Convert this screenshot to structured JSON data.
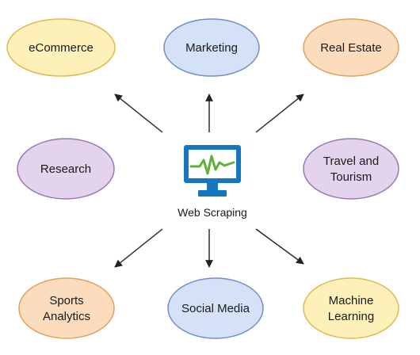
{
  "center": {
    "label": "Web Scraping",
    "icon": "monitor-waveform-icon"
  },
  "colors": {
    "yellow_fill": "#fdf0b9",
    "yellow_stroke": "#e0b94f",
    "blue_fill": "#d4e1f7",
    "blue_stroke": "#6f8fc6",
    "orange_fill": "#fbdcbd",
    "orange_stroke": "#e1a05c",
    "purple_fill": "#e3d3ec",
    "purple_stroke": "#9a76b3",
    "icon_blue": "#1577c0",
    "icon_green": "#5fb235",
    "arrow": "#222222"
  },
  "nodes": {
    "ecommerce": {
      "lines": [
        "eCommerce"
      ],
      "theme": "yellow"
    },
    "marketing": {
      "lines": [
        "Marketing"
      ],
      "theme": "blue"
    },
    "real_estate": {
      "lines": [
        "Real Estate"
      ],
      "theme": "orange"
    },
    "research": {
      "lines": [
        "Research"
      ],
      "theme": "purple"
    },
    "travel": {
      "lines": [
        "Travel and",
        "Tourism"
      ],
      "theme": "purple"
    },
    "sports": {
      "lines": [
        "Sports",
        "Analytics"
      ],
      "theme": "orange"
    },
    "social": {
      "lines": [
        "Social Media"
      ],
      "theme": "blue"
    },
    "ml": {
      "lines": [
        "Machine",
        "Learning"
      ],
      "theme": "yellow"
    }
  }
}
